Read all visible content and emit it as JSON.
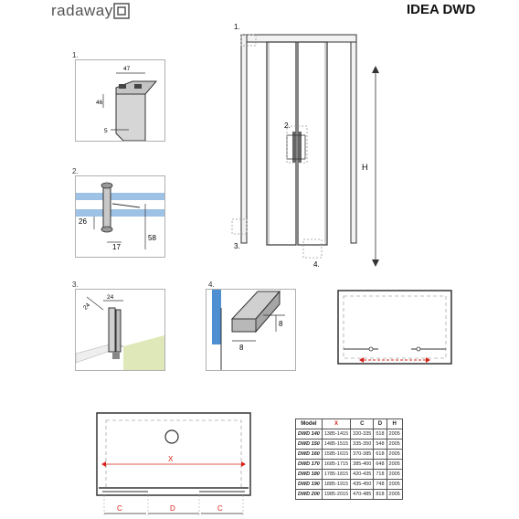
{
  "header": {
    "brand": "radaway",
    "product": "IDEA DWD"
  },
  "labels": {
    "d1": "1.",
    "d2": "2.",
    "d3": "3.",
    "d4": "4."
  },
  "elevation": {
    "m1": "1.",
    "m2": "2.",
    "m3": "3.",
    "m4": "4.",
    "height": "H"
  },
  "detail1": {
    "w": "47",
    "h": "46",
    "s": "5"
  },
  "detail2": {
    "a": "26",
    "b": "17",
    "c": "58"
  },
  "detail3": {
    "a": "24",
    "b": "24"
  },
  "detail4": {
    "a": "8",
    "b": "8"
  },
  "plan": {
    "x": "X",
    "c_left": "C",
    "d": "D",
    "c_right": "C"
  },
  "table": {
    "headers": [
      "Model",
      "X",
      "C",
      "D",
      "H"
    ],
    "rows": [
      [
        "DWD 140",
        "1385-1415",
        "320-335",
        "518",
        "2005"
      ],
      [
        "DWD 150",
        "1485-1515",
        "335-350",
        "548",
        "2005"
      ],
      [
        "DWD 160",
        "1585-1615",
        "370-385",
        "618",
        "2005"
      ],
      [
        "DWD 170",
        "1685-1715",
        "385-400",
        "648",
        "2005"
      ],
      [
        "DWD 180",
        "1785-1815",
        "420-435",
        "718",
        "2005"
      ],
      [
        "DWD 190",
        "1885-1915",
        "435-450",
        "748",
        "2005"
      ],
      [
        "DWD 200",
        "1985-2015",
        "470-485",
        "818",
        "2005"
      ]
    ]
  },
  "colors": {
    "glass": "#4f8fd1",
    "accent": "#d9231a",
    "floor": "#dfe8b8"
  }
}
